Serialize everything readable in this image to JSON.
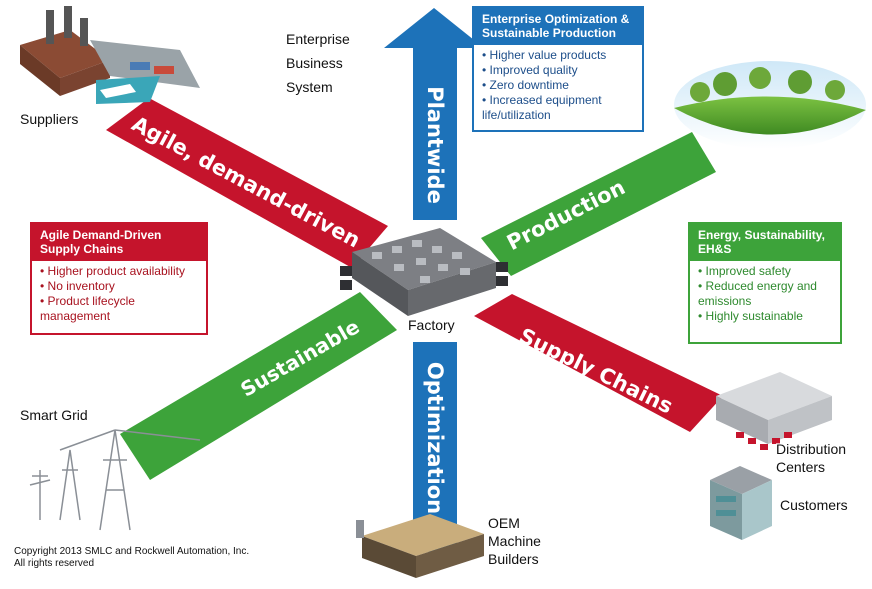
{
  "arrows": {
    "plantwide": "Plantwide",
    "optimization": "Optimization",
    "agile": "Agile, demand-driven",
    "sustainable": "Sustainable",
    "production": "Production",
    "supply_chains": "Supply Chains"
  },
  "nodes": {
    "enterprise_system": [
      "Enterprise",
      "Business",
      "System"
    ],
    "suppliers": "Suppliers",
    "smart_grid": "Smart Grid",
    "factory": "Factory",
    "distribution_centers": [
      "Distribution",
      "Centers"
    ],
    "customers": "Customers",
    "oem_buildings": [
      "OEM",
      "Machine",
      "Builders"
    ]
  },
  "boxes": {
    "enterprise": {
      "title": [
        "Enterprise Optimization &",
        "Sustainable Production"
      ],
      "items": [
        "Higher value products",
        "Improved quality",
        "Zero downtime",
        "Increased equipment life/utilization"
      ]
    },
    "agile": {
      "title": [
        "Agile Demand-Driven",
        "Supply Chains"
      ],
      "items": [
        "Higher product availability",
        "No inventory",
        "Product lifecycle management"
      ]
    },
    "energy": {
      "title": [
        "Energy, Sustainability,",
        "EH&S"
      ],
      "items": [
        "Improved safety",
        "Reduced energy and emissions",
        "Highly sustainable"
      ]
    }
  },
  "copyright": [
    "Copyright 2013 SMLC and Rockwell Automation, Inc.",
    "All rights reserved"
  ],
  "colors": {
    "red": "#c5142c",
    "green": "#3da33a",
    "blue": "#1d72b9"
  }
}
